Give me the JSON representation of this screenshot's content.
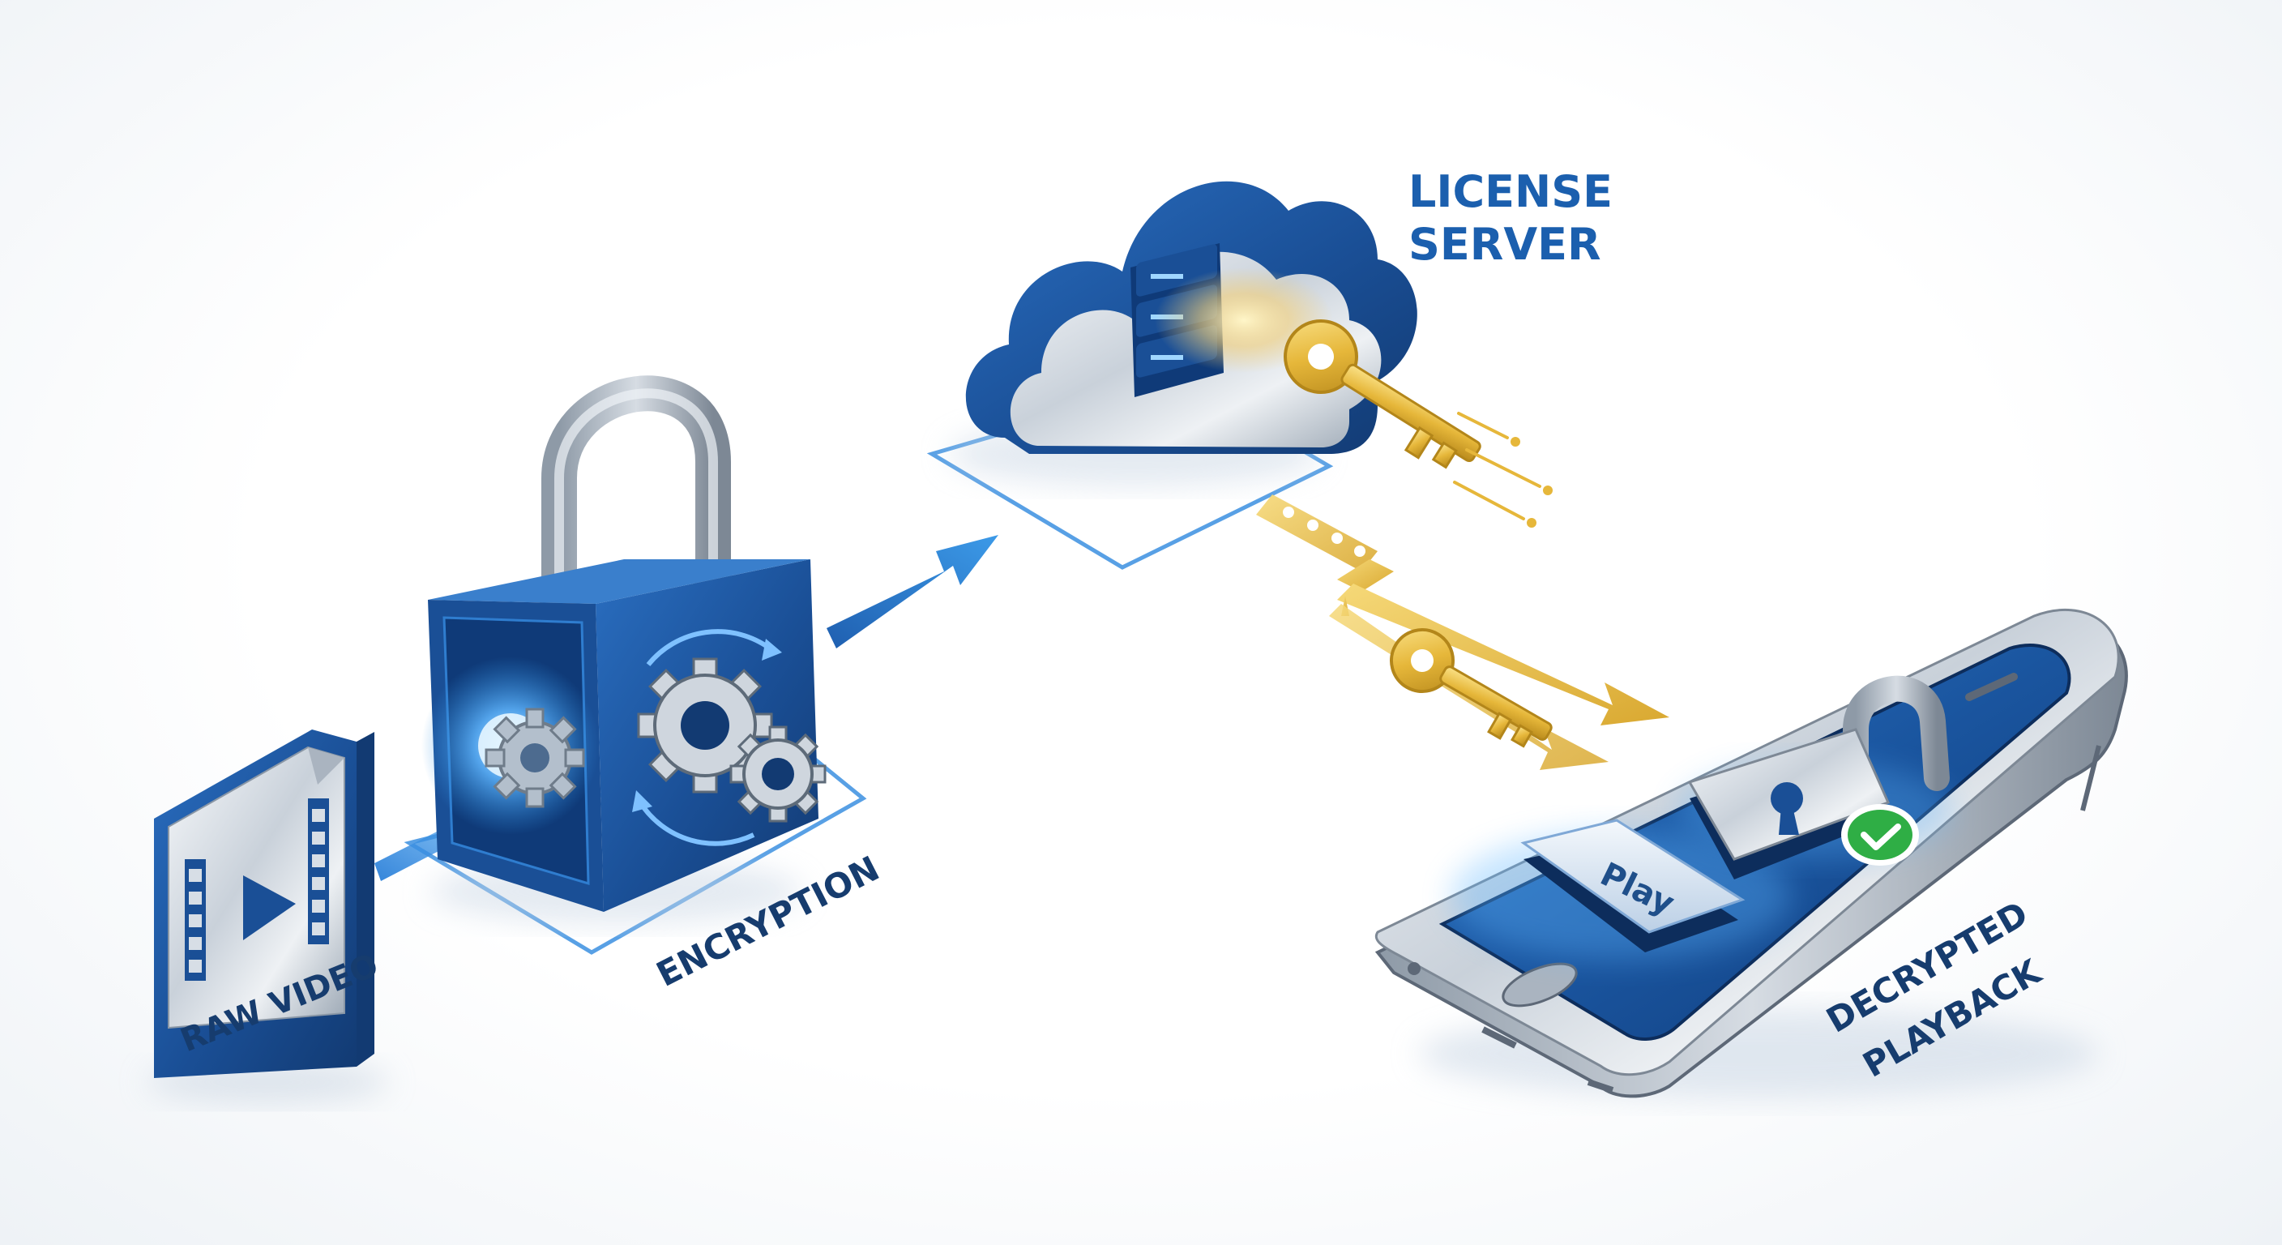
{
  "labels": {
    "raw_video": "RAW VIDEO",
    "encryption": "ENCRYPTION",
    "license_line1": "LICENSE",
    "license_line2": "SERVER",
    "decrypted_line1": "DECRYPTED",
    "decrypted_line2": "PLAYBACK",
    "play_button": "Play"
  },
  "colors": {
    "primary_blue": "#1a4f96",
    "accent_blue": "#2f8fe0",
    "gold": "#e6b73a",
    "label_navy": "#163c6e",
    "license_blue": "#1b5fae",
    "check_green": "#2fae45"
  },
  "icons": {
    "raw_video": "video-file-icon",
    "encryption": "padlock-gears-icon",
    "license_server": "cloud-server-icon",
    "key": "key-icon",
    "playback": "smartphone-icon",
    "unlock": "unlocked-padlock-icon",
    "verified": "checkmark-badge-icon"
  }
}
